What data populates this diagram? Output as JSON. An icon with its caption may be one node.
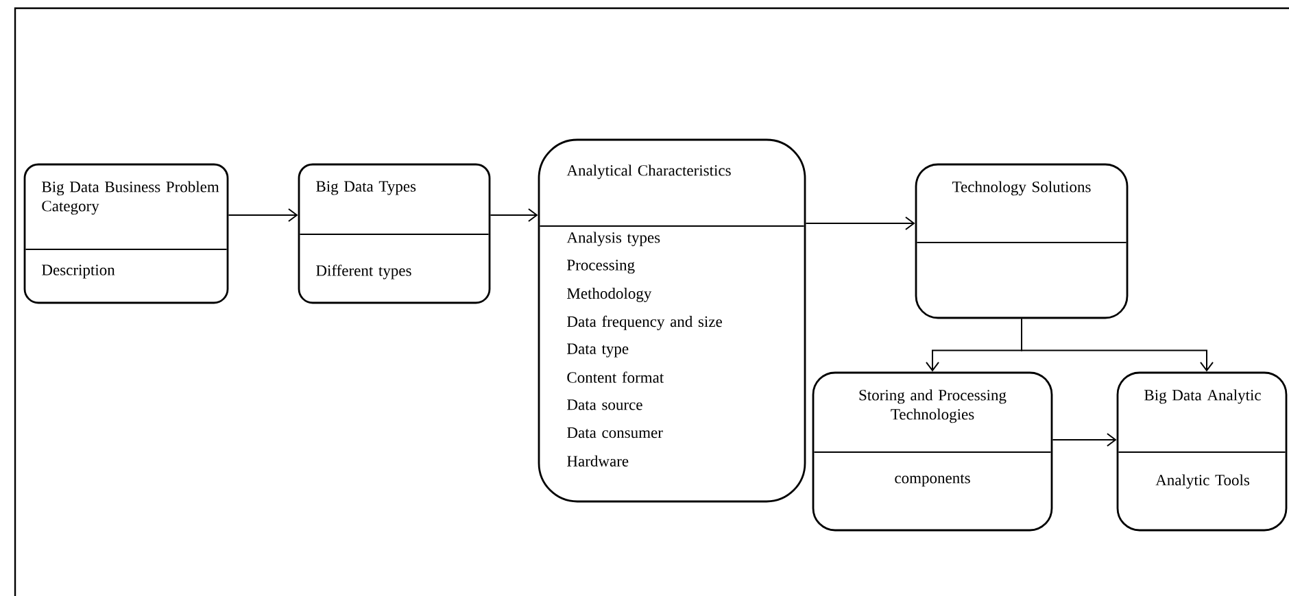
{
  "diagram": {
    "nodes": [
      {
        "text": [
          "Big Data Business Problem Category",
          "Description"
        ]
      },
      {
        "text": [
          "Big Data Types",
          "Different types"
        ]
      },
      {
        "text": [
          "Analytical Characteristics",
          "Analysis types",
          "Processing",
          "Methodology",
          "Data frequency and size",
          "Data type",
          "Content format",
          "Data source",
          "Data consumer",
          "Hardware"
        ]
      },
      {
        "text": [
          "Technology Solutions"
        ]
      },
      {
        "text": [
          "Storing and Processing Technologies",
          "components"
        ]
      },
      {
        "text": [
          "Big Data Analytic",
          "Analytic Tools"
        ]
      }
    ],
    "edges": [
      {
        "from": 0,
        "to": 1,
        "arrow": "to"
      },
      {
        "from": 1,
        "to": 2,
        "arrow": "to"
      },
      {
        "from": 2,
        "to": 3,
        "arrow": "to"
      },
      {
        "from": 3,
        "to": 4,
        "arrow": "to"
      },
      {
        "from": 3,
        "to": 5,
        "arrow": "to"
      },
      {
        "from": 4,
        "to": 5,
        "arrow": "to"
      }
    ]
  }
}
